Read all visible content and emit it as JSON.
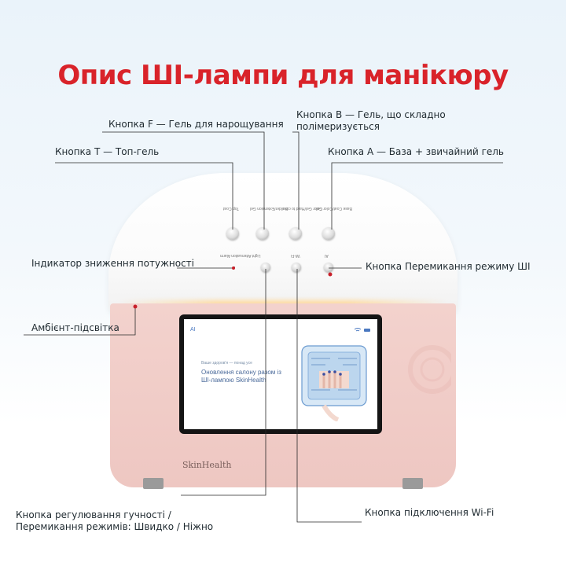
{
  "title": "Опис ШІ-лампи для манікюру",
  "callouts": {
    "button_f": "Кнопка F — Гель для нарощування",
    "button_b_line1": "Кнопка B — Гель, що складно",
    "button_b_line2": "полімеризується",
    "button_t": "Кнопка T — Топ-гель",
    "button_a": "Кнопка A — База + звичайний гель",
    "power_indicator": "Індикатор зниження потужності",
    "ai_mode_button": "Кнопка Перемикання режиму ШІ",
    "ambient_light": "Амбієнт-підсвітка",
    "volume_button_line1": "Кнопка регулювання гучності /",
    "volume_button_line2": "Перемикання режимів: Швидко / Ніжно",
    "wifi_button": "Кнопка підключення Wi-Fi"
  },
  "device": {
    "brand": "SkinHealth",
    "screen": {
      "corner_label": "AI",
      "small_line": "Ваше здоров'я — понад усе",
      "headline_line1": "Оновлення салону разом із",
      "headline_line2": "ШІ-лампою SkinHealth"
    },
    "top_button_labels": [
      "Top Coat",
      "Builder/Extension Gel",
      "Color Gel/Hard to cure",
      "Base Coat/Color Gel"
    ],
    "small_labels": [
      "Light Attenuation Alarm",
      "Wi-Fi",
      "AI"
    ]
  },
  "colors": {
    "title": "#d9232a",
    "body_pink": "#f0cbc6",
    "leader_line": "#2a2a2a",
    "dot": "#c8202a"
  }
}
